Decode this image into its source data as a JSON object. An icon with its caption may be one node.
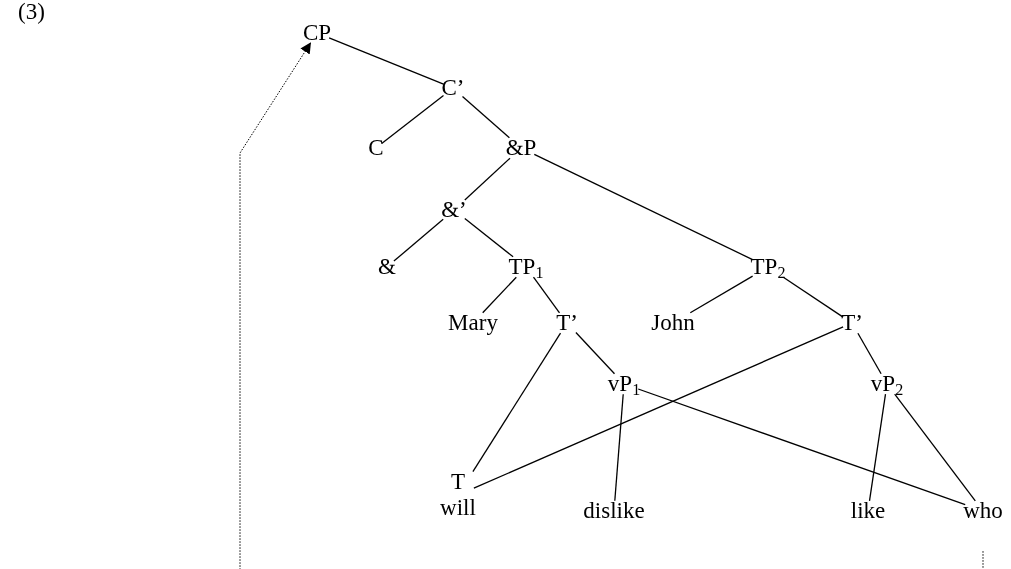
{
  "diagram": {
    "nodes": [
      {
        "text": [
          "CP"
        ]
      },
      {
        "text": [
          "C’"
        ]
      },
      {
        "text": [
          "C"
        ]
      },
      {
        "text": [
          "&P"
        ]
      },
      {
        "text": [
          "&’"
        ]
      },
      {
        "text": [
          "&"
        ]
      },
      {
        "text": [
          "TP$_{1}$"
        ]
      },
      {
        "text": [
          "TP$_{2}$"
        ]
      },
      {
        "text": [
          "Mary"
        ]
      },
      {
        "text": [
          "T’"
        ]
      },
      {
        "text": [
          "John"
        ]
      },
      {
        "text": [
          "T’"
        ]
      },
      {
        "text": [
          "vP$_{1}$"
        ]
      },
      {
        "text": [
          "vP$_{2}$"
        ]
      },
      {
        "text": [
          "T",
          "will"
        ]
      },
      {
        "text": [
          "dislike"
        ]
      },
      {
        "text": [
          "like"
        ]
      },
      {
        "text": [
          "who"
        ]
      }
    ],
    "edges": [
      {
        "from": 0,
        "to": 1,
        "arrow": "none"
      },
      {
        "from": 1,
        "to": 2,
        "arrow": "none"
      },
      {
        "from": 1,
        "to": 3,
        "arrow": "none"
      },
      {
        "from": 3,
        "to": 4,
        "arrow": "none"
      },
      {
        "from": 3,
        "to": 7,
        "arrow": "none"
      },
      {
        "from": 4,
        "to": 5,
        "arrow": "none"
      },
      {
        "from": 4,
        "to": 6,
        "arrow": "none"
      },
      {
        "from": 6,
        "to": 8,
        "arrow": "none"
      },
      {
        "from": 6,
        "to": 9,
        "arrow": "none"
      },
      {
        "from": 7,
        "to": 10,
        "arrow": "none"
      },
      {
        "from": 7,
        "to": 11,
        "arrow": "none"
      },
      {
        "from": 9,
        "to": 14,
        "arrow": "none"
      },
      {
        "from": 9,
        "to": 12,
        "arrow": "none"
      },
      {
        "from": 11,
        "to": 14,
        "arrow": "none"
      },
      {
        "from": 11,
        "to": 13,
        "arrow": "none"
      },
      {
        "from": 12,
        "to": 15,
        "arrow": "none"
      },
      {
        "from": 12,
        "to": 17,
        "arrow": "none"
      },
      {
        "from": 13,
        "to": 16,
        "arrow": "none"
      },
      {
        "from": 13,
        "to": 17,
        "arrow": "none"
      },
      {
        "from": 17,
        "to": 0,
        "arrow": "to",
        "style": "dashed"
      }
    ],
    "labels": [
      "(3)"
    ]
  }
}
